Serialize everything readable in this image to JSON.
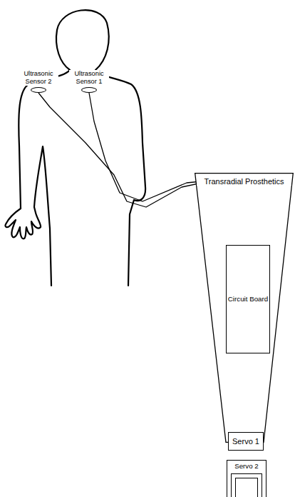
{
  "diagram": {
    "nodes": [
      {
        "text": [
          "Ultrasonic Sensor 2"
        ]
      },
      {
        "text": [
          "Ultrasonic Sensor 1"
        ]
      },
      {
        "text": [
          "Transradial Prosthetics"
        ]
      },
      {
        "text": [
          "Circuit Board"
        ],
        "in": 2
      },
      {
        "text": [
          "Servo 1"
        ],
        "in": 2
      },
      {
        "text": [
          "Servo 2"
        ]
      }
    ],
    "edges": [
      {
        "from": 0,
        "to": 3,
        "arrow": "none"
      },
      {
        "from": 1,
        "to": 3,
        "arrow": "none"
      },
      {
        "from": 3,
        "to": 4,
        "arrow": "none"
      }
    ]
  }
}
